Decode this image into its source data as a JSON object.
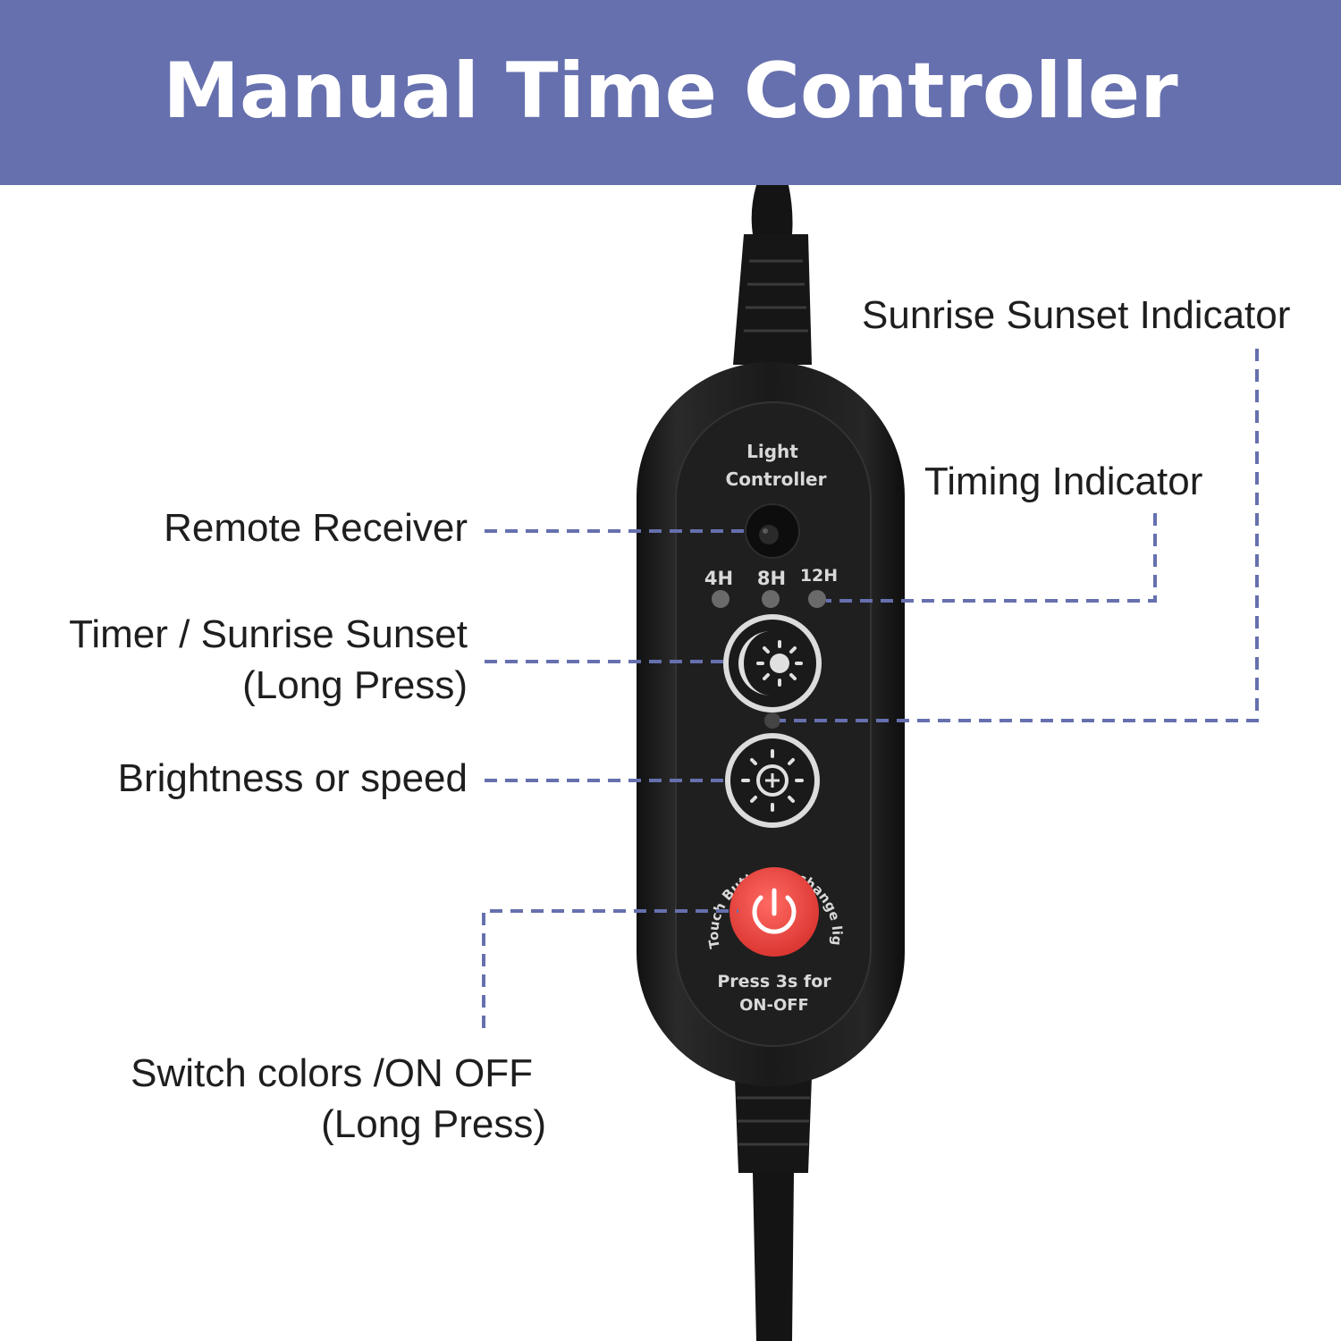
{
  "header": {
    "title": "Manual Time Controller"
  },
  "device": {
    "brand_line1": "Light",
    "brand_line2": "Controller",
    "timer_options": [
      "4H",
      "8H",
      "12H"
    ],
    "ring_text": "Touch Button to change light mode/",
    "power_caption_line1": "Press 3s for",
    "power_caption_line2": "ON-OFF"
  },
  "callouts": {
    "sunrise_sunset_indicator": "Sunrise Sunset Indicator",
    "timing_indicator": "Timing Indicator",
    "remote_receiver": "Remote Receiver",
    "timer_sunrise_line1": "Timer / Sunrise Sunset",
    "timer_sunrise_line2": "(Long Press)",
    "brightness": "Brightness or speed",
    "switch_line1": "Switch colors /ON OFF",
    "switch_line2": "(Long Press)"
  },
  "colors": {
    "header_bg": "#6670ae",
    "leader_line": "#6670ae",
    "power_button": "#e8433f",
    "device_body": "#1c1c1c"
  }
}
